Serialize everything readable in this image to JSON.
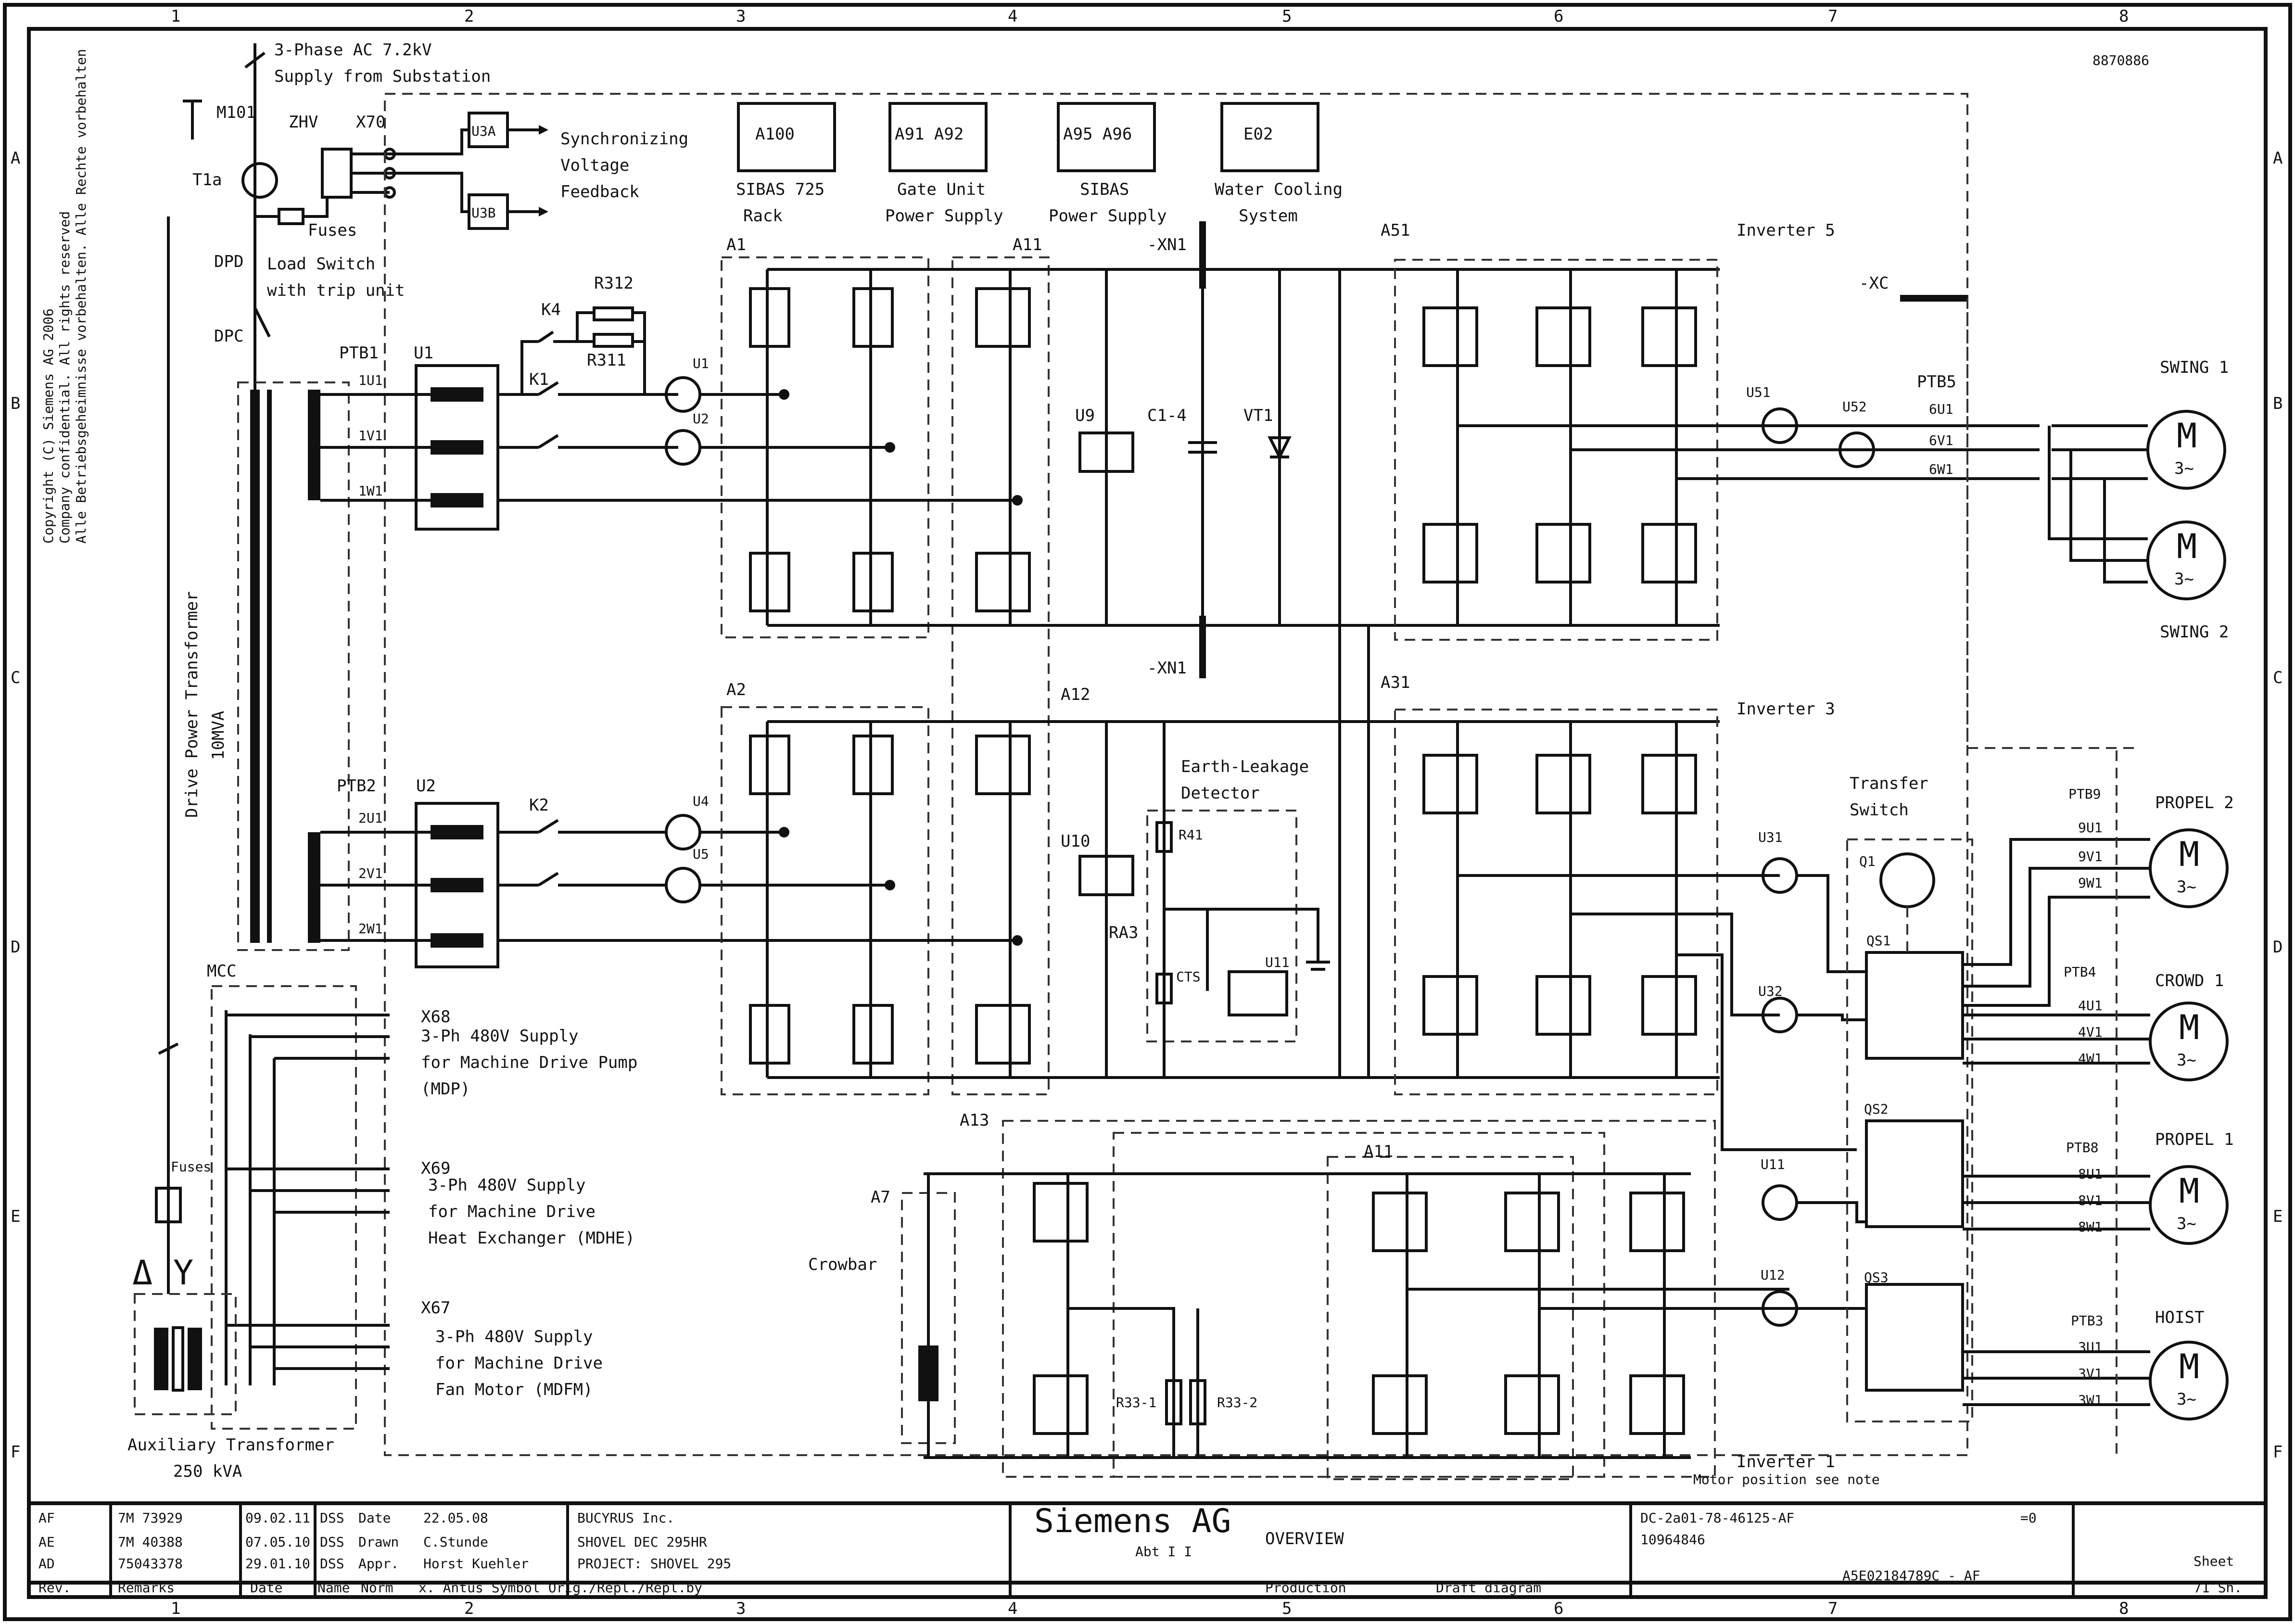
{
  "frame": {
    "column_numbers": [
      "1",
      "2",
      "3",
      "4",
      "5",
      "6",
      "7",
      "8"
    ],
    "row_letters": [
      "A",
      "B",
      "C",
      "D",
      "E",
      "F"
    ],
    "drawing_id": "8870886"
  },
  "copyright": [
    "Copyright (C) Siemens AG 2006",
    "Company confidential. All rights reserved",
    "Alle Betriebsgeheimnisse vorbehalten. Alle Rechte vorbehalten"
  ],
  "supply": {
    "source_label": "3-Phase AC 7.2kV",
    "source_sub": "Supply from Substation",
    "m101": "M101",
    "t1a": "T1a",
    "zhv": "ZHV",
    "x70": "X70",
    "u3a": "U3A",
    "u3b": "U3B",
    "sync": [
      "Synchronizing",
      "Voltage",
      "Feedback"
    ],
    "fuses": "Fuses",
    "dpd": "DPD",
    "load_switch": [
      "Load Switch",
      "with trip unit"
    ],
    "dpc": "DPC"
  },
  "transformer": {
    "name": "Drive Power Transformer",
    "rating": "10MVA",
    "ptb1": "PTB1",
    "ptb2": "PTB2",
    "terms1": [
      "1U1",
      "1V1",
      "1W1"
    ],
    "terms2": [
      "2U1",
      "2V1",
      "2W1"
    ],
    "u1": "U1",
    "u2": "U2",
    "k1": "K1",
    "k2": "K2",
    "k4": "K4",
    "r312": "R312",
    "r311": "R311",
    "ct": [
      "U1",
      "U2",
      "U4",
      "U5"
    ]
  },
  "top_boxes": [
    {
      "id": "A100",
      "desc": [
        "SIBAS 725",
        "Rack"
      ]
    },
    {
      "id": "A91 A92",
      "desc": [
        "Gate Unit",
        "Power Supply"
      ]
    },
    {
      "id": "A95 A96",
      "desc": [
        "SIBAS",
        "Power Supply"
      ]
    },
    {
      "id": "E02",
      "desc": [
        "Water Cooling",
        "System"
      ]
    }
  ],
  "dc_link": {
    "a1": "A1",
    "a2": "A2",
    "a11": "A11",
    "a12": "A12",
    "xn1_top": "-XN1",
    "xn1_bot": "-XN1",
    "u9": "U9",
    "c14": "C1-4",
    "vt1": "VT1",
    "u10": "U10",
    "ra": "RA3"
  },
  "earth": {
    "title": [
      "Earth-Leakage",
      "Detector"
    ],
    "r41": "R41",
    "cts": "CTS",
    "u11": "U11"
  },
  "inverters": {
    "inv5": "Inverter 5",
    "inv3": "Inverter 3",
    "inv1": "Inverter 1",
    "a51": "A51",
    "a31": "A31",
    "a13": "A13",
    "a11b": "A11",
    "xc": "-XC",
    "crowbar": "Crowbar",
    "a7": "A7",
    "r33_1": "R33-1",
    "r33_2": "R33-2",
    "u51": "U51",
    "u52": "U52",
    "u31": "U31",
    "u32": "U32",
    "u11b": "U11",
    "u12": "U12"
  },
  "outputs": {
    "ptb5": "PTB5",
    "swing_terms": [
      "6U1",
      "6V1",
      "6W1"
    ],
    "swing1": "SWING 1",
    "swing2": "SWING 2",
    "transfer": [
      "Transfer",
      "Switch"
    ],
    "q1": "Q1",
    "qs1": "QS1",
    "qs2": "QS2",
    "qs3": "QS3",
    "ptb9": "PTB9",
    "prop2_terms": [
      "9U1",
      "9V1",
      "9W1"
    ],
    "propel2": "PROPEL 2",
    "ptb4": "PTB4",
    "crowd_terms": [
      "4U1",
      "4V1",
      "4W1"
    ],
    "crowd1": "CROWD 1",
    "ptb8": "PTB8",
    "prop1_terms": [
      "8U1",
      "8V1",
      "8W1"
    ],
    "propel1": "PROPEL 1",
    "ptb3": "PTB3",
    "hoist_terms": [
      "3U1",
      "3V1",
      "3W1"
    ],
    "hoist": "HOIST",
    "motor_m": "M",
    "motor_3": "3~"
  },
  "aux": {
    "mcc": "MCC",
    "fuses": "Fuses",
    "x68": "X68",
    "x68_desc": [
      "3-Ph 480V Supply",
      "for Machine Drive Pump",
      "(MDP)"
    ],
    "x69": "X69",
    "x69_desc": [
      "3-Ph 480V Supply",
      "for Machine Drive",
      "Heat Exchanger (MDHE)"
    ],
    "x67": "X67",
    "x67_desc": [
      "3-Ph 480V Supply",
      "for Machine Drive",
      "Fan Motor (MDFM)"
    ],
    "transformer": [
      "Auxiliary Transformer",
      "250 kVA"
    ],
    "delta": "Δ",
    "wye": "Y",
    "bottom_note": "Motor position see note"
  },
  "title_block": {
    "revisions": [
      {
        "rev": "AF",
        "remark": "7M 73929",
        "date": "09.02.11"
      },
      {
        "rev": "AE",
        "remark": "7M 40388",
        "date": "07.05.10"
      },
      {
        "rev": "AD",
        "remark": "75043378",
        "date": "29.01.10"
      }
    ],
    "col_heads": [
      "Rev.",
      "Remarks",
      "Date",
      "Name",
      "Norm"
    ],
    "fields": [
      {
        "k": "DSS",
        "v": "Date",
        "x": "22.05.08"
      },
      {
        "k": "DSS",
        "v": "Drawn",
        "x": "C.Stunde"
      },
      {
        "k": "DSS",
        "v": "Appr.",
        "x": "Horst Kuehler"
      }
    ],
    "origin": "x. Antus Symbol Orig./Repl./Repl.by",
    "customer": [
      "BUCYRUS Inc.",
      "SHOVEL DEC 295HR",
      "PROJECT: SHOVEL 295"
    ],
    "company": "Siemens AG",
    "dept": "Abt I I",
    "doc_title": "OVERVIEW",
    "sub1": "Production",
    "sub2": "Draft diagram",
    "doc_no": "DC-2a01-78-46125-AF",
    "doc_no2": "10964846",
    "eq": "=0",
    "part_no": "A5E02184789C - AF",
    "sheet": "Sheet",
    "sheet_no": "71 Sh."
  }
}
